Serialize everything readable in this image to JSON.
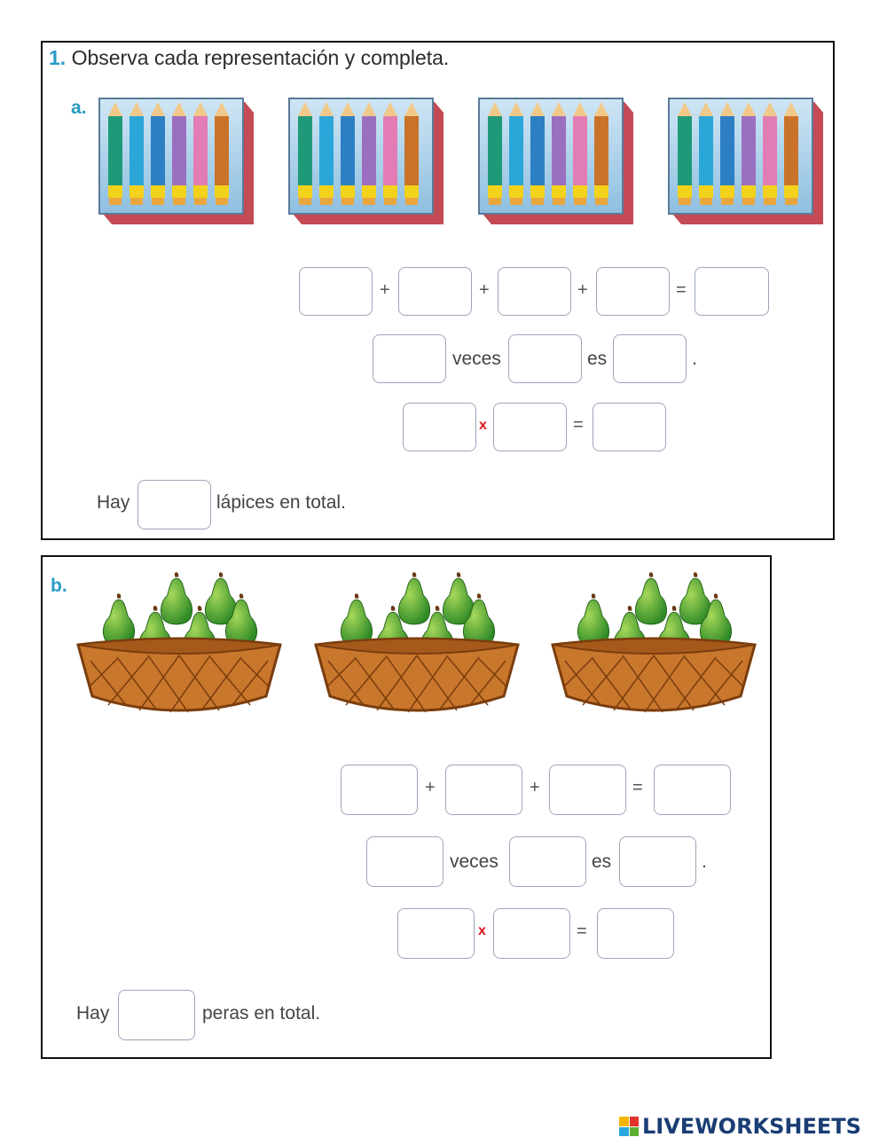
{
  "exercise": {
    "number": "1.",
    "instruction": "Observa cada representación y completa."
  },
  "part_a": {
    "letter": "a.",
    "groups_depicted": 4,
    "items_per_group_depicted": 6,
    "picture": "pencil-box-icon",
    "plus": "+",
    "equals": "=",
    "times": "x",
    "veces": "veces",
    "es": "es",
    "period": ".",
    "hay": "Hay",
    "total_text": "lápices en total."
  },
  "part_b": {
    "letter": "b.",
    "groups_depicted": 3,
    "items_per_group_depicted": 6,
    "picture": "pear-basket-icon",
    "plus": "+",
    "equals": "=",
    "times": "x",
    "veces": "veces",
    "es": "es",
    "period": ".",
    "hay": "Hay",
    "total_text": "peras en total."
  },
  "brand": {
    "text": "LIVEWORKSHEETS"
  },
  "colors": {
    "accent": "#2a9bc4",
    "times_sign": "#e0141c",
    "box_border": "#9aa6b8",
    "brand": "#1a3d74"
  }
}
